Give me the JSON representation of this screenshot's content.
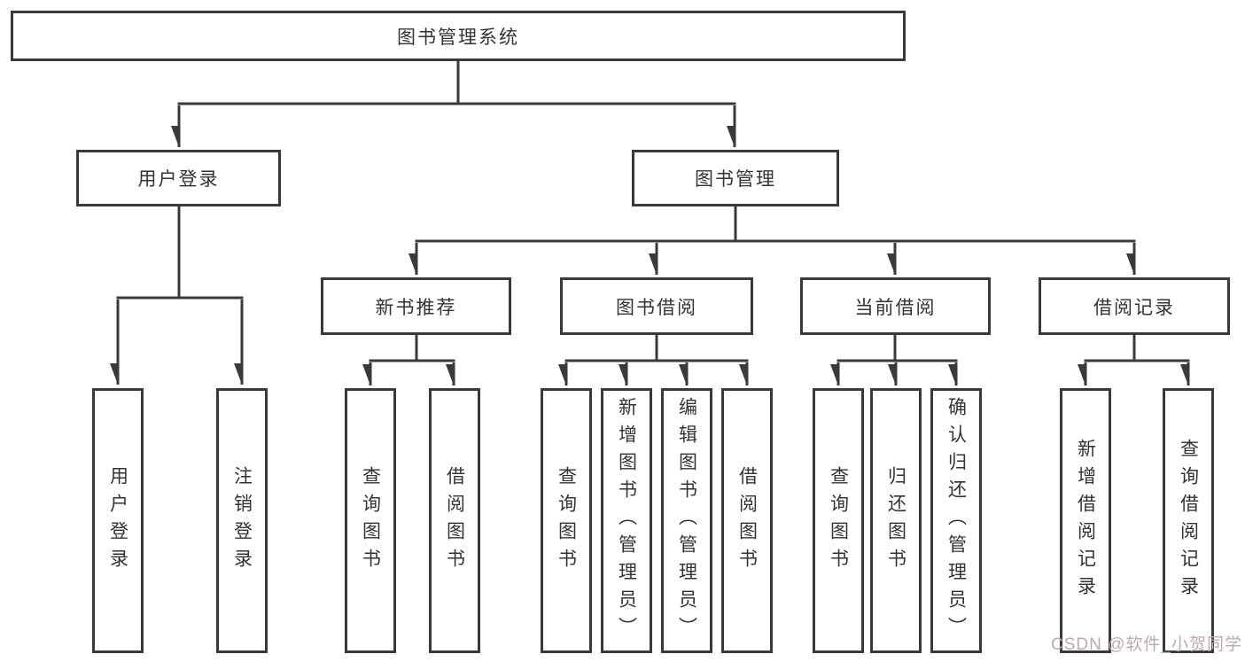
{
  "diagram": {
    "root": {
      "label": "图书管理系统"
    },
    "user_login": {
      "label": "用户登录",
      "children": [
        "用户登录",
        "注销登录"
      ]
    },
    "book_mgmt": {
      "label": "图书管理"
    },
    "new_book": {
      "label": "新书推荐",
      "children": [
        "查询图书",
        "借阅图书"
      ]
    },
    "borrow": {
      "label": "图书借阅",
      "children": [
        "查询图书",
        "新增图书（管理员）",
        "编辑图书（管理员）",
        "借阅图书"
      ]
    },
    "current": {
      "label": "当前借阅",
      "children": [
        "查询图书",
        "归还图书",
        "确认归还（管理员）"
      ]
    },
    "records": {
      "label": "借阅记录",
      "children": [
        "新增借阅记录",
        "查询借阅记录"
      ]
    }
  },
  "watermark": "CSDN @软件_小贺同学",
  "colors": {
    "line": "#3a3a3a",
    "text": "#333333",
    "watermark": "#bcabab",
    "background": "#ffffff"
  }
}
